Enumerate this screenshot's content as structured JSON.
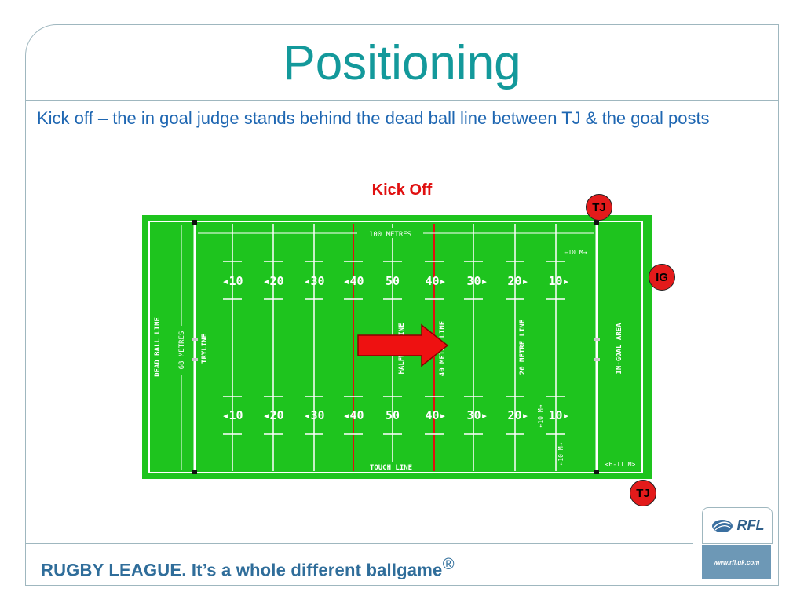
{
  "slide": {
    "title": "Positioning",
    "subtitle": "Kick off – the in goal judge stands behind the dead ball line between TJ & the goal posts",
    "diagram_title": "Kick Off"
  },
  "field": {
    "color": "#1ec41e",
    "top_labels": [
      "100 METRES",
      "←10 M→"
    ],
    "yard_numbers_top": [
      "◂10",
      "◂20",
      "◂30",
      "◂40",
      "50",
      "40▸",
      "30▸",
      "20▸",
      "10▸"
    ],
    "yard_numbers_bottom": [
      "◂10",
      "◂20",
      "◂30",
      "◂40",
      "50",
      "40▸",
      "30▸",
      "20▸",
      "10▸"
    ],
    "vertical_labels": {
      "dead_ball": "DEAD BALL LINE",
      "width": "68 METRES",
      "tryline": "TRYLINE",
      "halfway": "HALFWAY LINE",
      "forty": "40 METRE LINE",
      "twenty": "20 METRE LINE",
      "in_goal": "IN-GOAL AREA",
      "ten_a": "←10 M→",
      "ten_b": "←10 M→"
    },
    "touch_line": "TOUCH LINE",
    "in_goal_depth": "<6-11 M>"
  },
  "markers": {
    "tj_top": "TJ",
    "ig": "IG",
    "tj_bottom": "TJ"
  },
  "footer": {
    "tagline": "RUGBY LEAGUE. It’s a whole different ballgame",
    "registered": "®",
    "logo": "RFL",
    "url": "www.rfl.uk.com"
  }
}
